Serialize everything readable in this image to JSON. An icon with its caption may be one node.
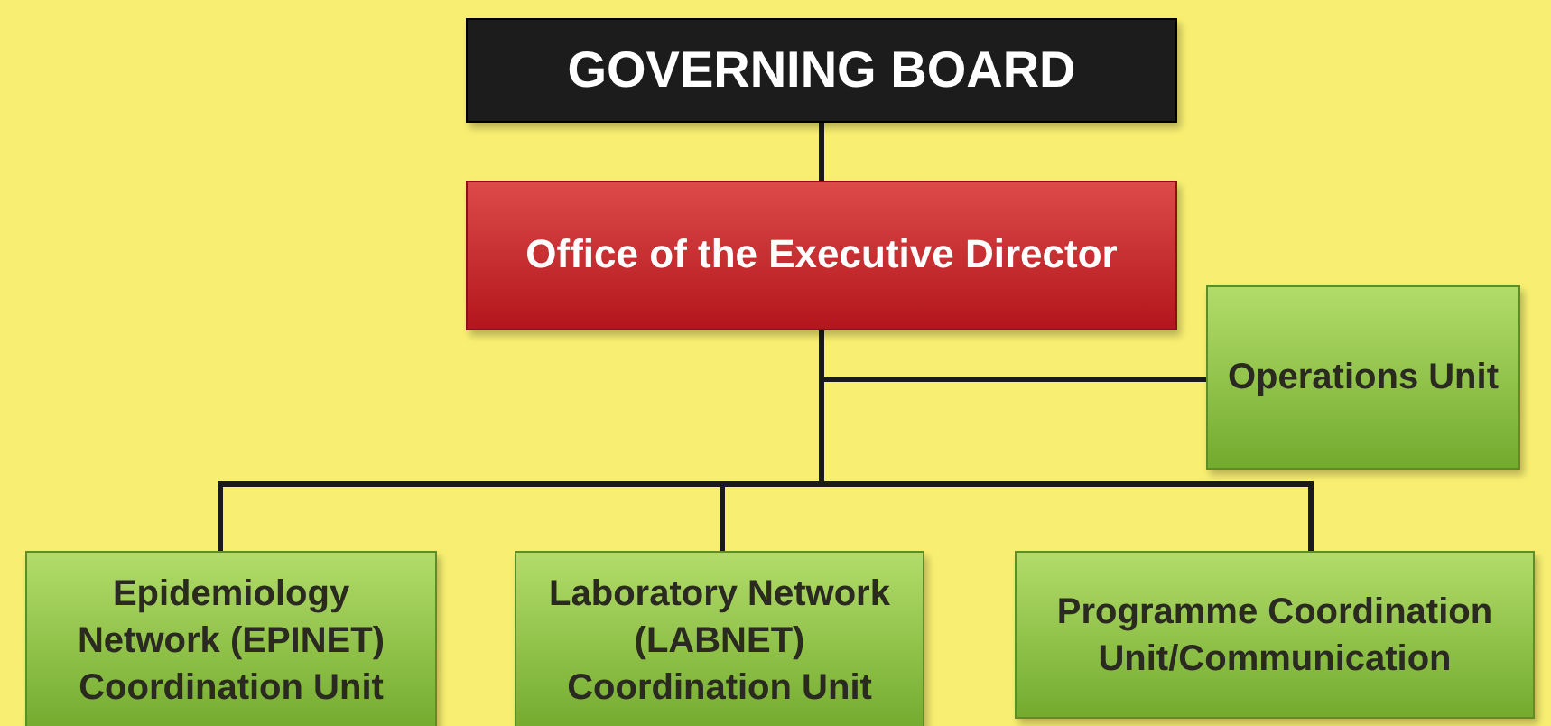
{
  "diagram": {
    "nodes": [
      {
        "text": [
          "GOVERNING BOARD"
        ]
      },
      {
        "text": [
          "Office of the Executive Director"
        ]
      },
      {
        "text": [
          "Operations Unit"
        ]
      },
      {
        "text": [
          "Epidemiology Network (EPINET) Coordination Unit"
        ]
      },
      {
        "text": [
          "Laboratory Network (LABNET) Coordination Unit"
        ]
      },
      {
        "text": [
          "Programme Coordination Unit/Communication"
        ]
      }
    ],
    "edges": [
      {
        "from": 0,
        "to": 1,
        "arrow": "none"
      },
      {
        "from": 1,
        "to": 2,
        "arrow": "none"
      },
      {
        "from": 1,
        "to": 3,
        "arrow": "none"
      },
      {
        "from": 1,
        "to": 4,
        "arrow": "none"
      },
      {
        "from": 1,
        "to": 5,
        "arrow": "none"
      }
    ]
  }
}
